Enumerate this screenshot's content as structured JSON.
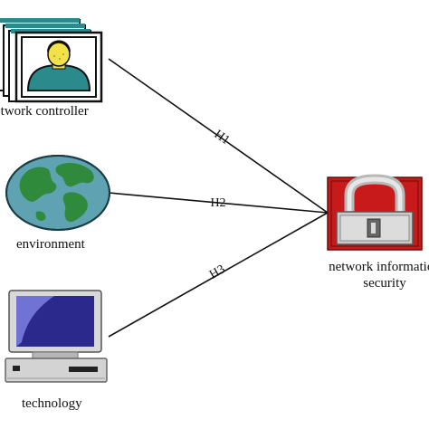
{
  "nodes": {
    "controller": {
      "label": "etwork controller"
    },
    "environment": {
      "label": "environment"
    },
    "technology": {
      "label": "technology"
    },
    "security": {
      "label": "network information security"
    }
  },
  "edges": [
    {
      "id": "h1",
      "label": "H1"
    },
    {
      "id": "h2",
      "label": "H2"
    },
    {
      "id": "h3",
      "label": "H3"
    }
  ],
  "colors": {
    "line": "#111111",
    "lock_red": "#c8191b",
    "globe_ocean": "#5fa3b3",
    "globe_land": "#2f8a3c",
    "screen_blue": "#2b2a8c",
    "person_teal": "#2a8a8c",
    "person_face": "#f2e24a"
  },
  "icons": [
    "person-icon",
    "globe-icon",
    "computer-icon",
    "padlock-icon"
  ]
}
